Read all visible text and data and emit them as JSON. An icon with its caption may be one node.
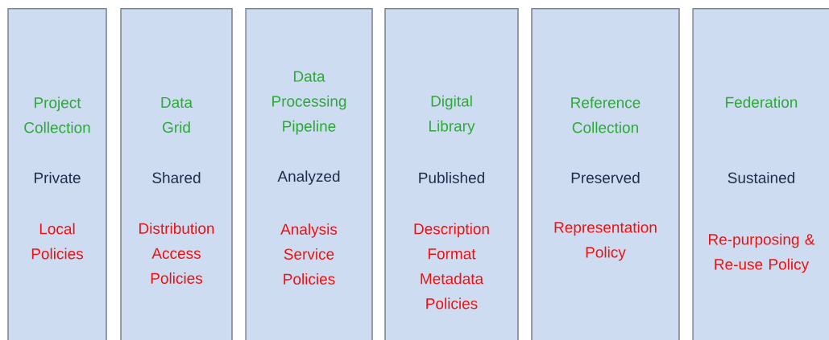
{
  "diagram": {
    "nodes": [
      {
        "text": [
          "Project Collection",
          "Private",
          "Local Policies"
        ]
      },
      {
        "text": [
          "Data Grid",
          "Shared",
          "Distribution Access Policies"
        ]
      },
      {
        "text": [
          "Data Processing Pipeline",
          "Analyzed",
          "Analysis Service Policies"
        ]
      },
      {
        "text": [
          "Digital Library",
          "Published",
          "Description Format Metadata Policies"
        ]
      },
      {
        "text": [
          "Reference Collection",
          "Preserved",
          "Representation Policy"
        ]
      },
      {
        "text": [
          "Federation",
          "Sustained",
          "Re-purposing & Re-use Policy"
        ]
      }
    ]
  }
}
